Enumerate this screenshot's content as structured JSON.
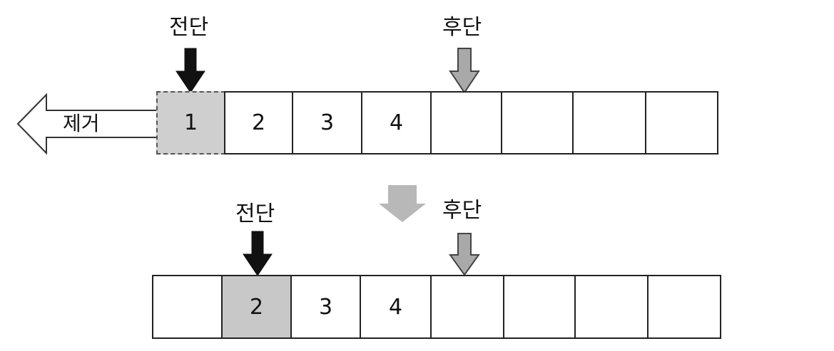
{
  "labels": {
    "front": "전단",
    "rear": "후단",
    "remove": "제거"
  },
  "before": {
    "cells": [
      "1",
      "2",
      "3",
      "4",
      "",
      "",
      "",
      ""
    ]
  },
  "after": {
    "cells": [
      "",
      "2",
      "3",
      "4",
      "",
      "",
      "",
      ""
    ]
  },
  "colors": {
    "front_arrow": "#111111",
    "rear_arrow": "#a9a9a9",
    "transition_arrow": "#b8b8b8",
    "removed_cell": "#cfcfcf",
    "front_cell": "#c8c8c8"
  }
}
